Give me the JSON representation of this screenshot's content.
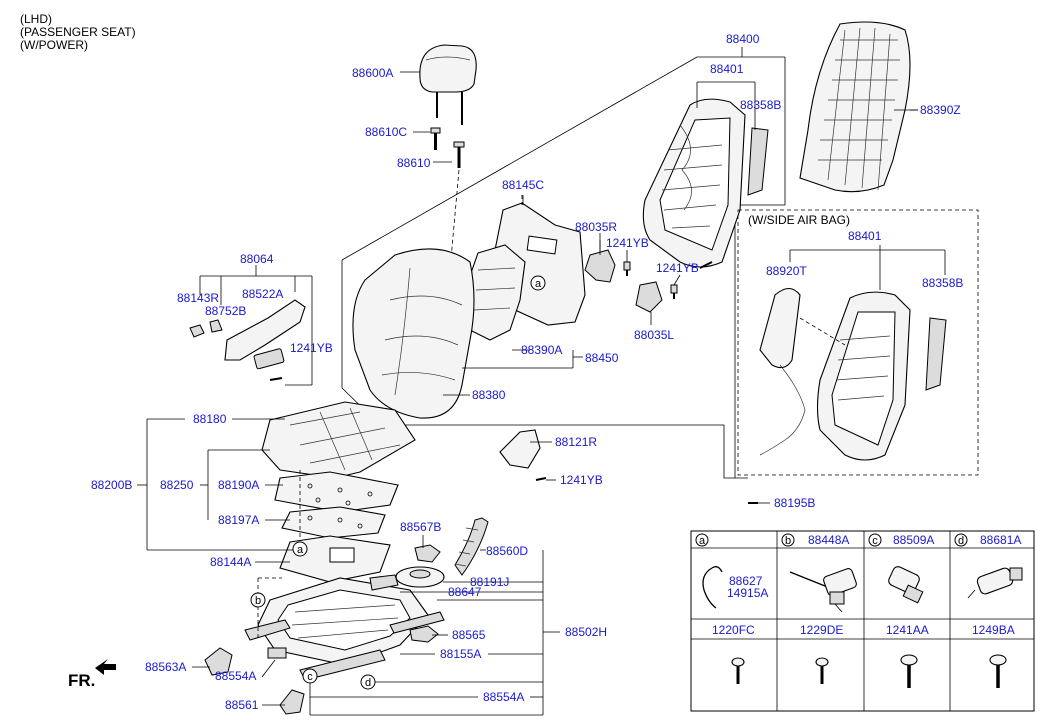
{
  "header": {
    "line1": "(LHD)",
    "line2": "(PASSENGER SEAT)",
    "line3": "(W/POWER)"
  },
  "labels": {
    "p88400": "88400",
    "p88401": "88401",
    "p88358B": "88358B",
    "p88390Z": "88390Z",
    "p88600A": "88600A",
    "p88610C": "88610C",
    "p88610": "88610",
    "p88145C": "88145C",
    "p88035R": "88035R",
    "p1241YB_a": "1241YB",
    "p1241YB_b": "1241YB",
    "p88035L": "88035L",
    "p88064": "88064",
    "p88143R": "88143R",
    "p88522A": "88522A",
    "p88752B": "88752B",
    "p1241YB_c": "1241YB",
    "p88390A": "88390A",
    "p88450": "88450",
    "p88380": "88380",
    "p88180": "88180",
    "p88200B": "88200B",
    "p88250": "88250",
    "p88190A": "88190A",
    "p88197A": "88197A",
    "p88144A": "88144A",
    "p88121R": "88121R",
    "p1241YB_d": "1241YB",
    "p88195B": "88195B",
    "p88567B": "88567B",
    "p88560D": "88560D",
    "p88191J": "88191J",
    "p88647": "88647",
    "p88565": "88565",
    "p88502H": "88502H",
    "p88155A": "88155A",
    "p88563A": "88563A",
    "p88554A_a": "88554A",
    "p88554A_b": "88554A",
    "p88561": "88561",
    "airbag_title": "(W/SIDE AIR BAG)",
    "ab_88401": "88401",
    "ab_88920T": "88920T",
    "ab_88358B": "88358B",
    "fr": "FR."
  },
  "callouts": {
    "a": "a",
    "b": "b",
    "c": "c",
    "d": "d"
  },
  "table": {
    "header": [
      {
        "letter": "a",
        "part": ""
      },
      {
        "letter": "b",
        "part": "88448A"
      },
      {
        "letter": "c",
        "part": "88509A"
      },
      {
        "letter": "d",
        "part": "88681A"
      }
    ],
    "a_parts": [
      "88627",
      "14915A"
    ],
    "bolts": [
      "1220FC",
      "1229DE",
      "1241AA",
      "1249BA"
    ]
  }
}
